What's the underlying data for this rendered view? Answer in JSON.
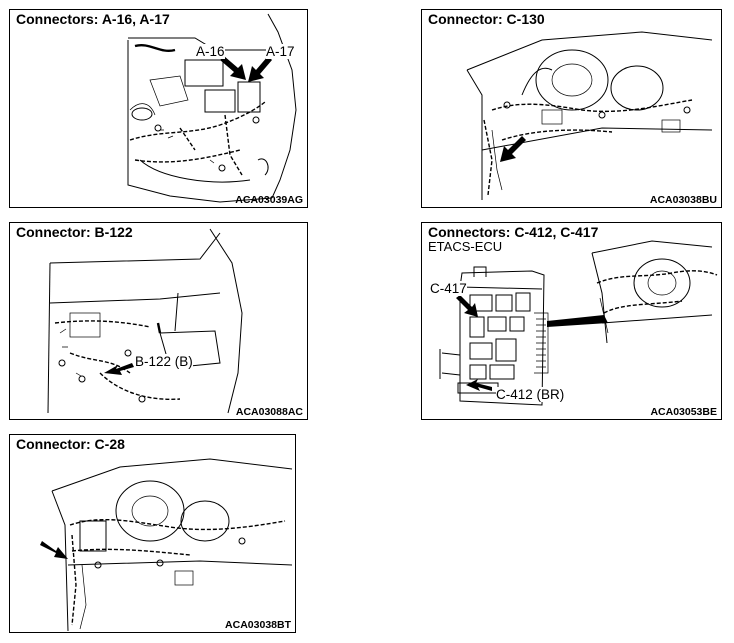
{
  "panels": {
    "a16_a17": {
      "title": "Connectors: A-16, A-17",
      "code": "ACA03039AG",
      "labels": [
        "A-16",
        "A-17"
      ]
    },
    "c130": {
      "title": "Connector: C-130",
      "code": "ACA03038BU"
    },
    "b122": {
      "title": "Connector: B-122",
      "code": "ACA03088AC",
      "labels": [
        "B-122 (B)"
      ]
    },
    "c412_c417": {
      "title": "Connectors: C-412, C-417",
      "subtitle": "ETACS-ECU",
      "code": "ACA03053BE",
      "labels": [
        "C-417",
        "C-412 (BR)"
      ]
    },
    "c28": {
      "title": "Connector: C-28",
      "code": "ACA03038BT"
    }
  }
}
